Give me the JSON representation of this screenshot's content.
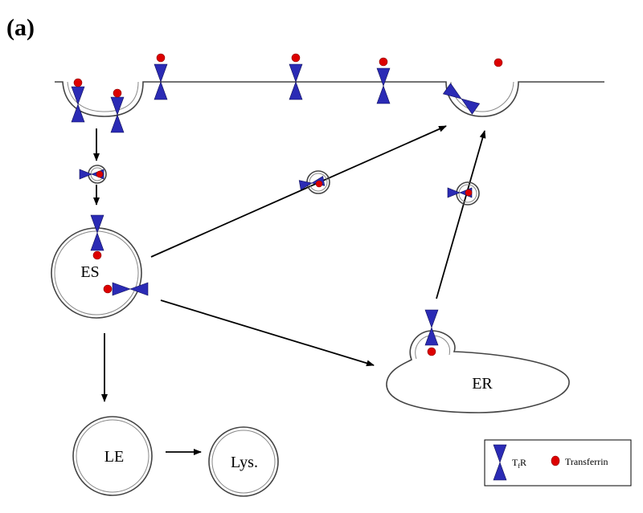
{
  "panel_label": "(a)",
  "organelles": {
    "early_sorting": "ES",
    "endocytic_recycling": "ER",
    "late_endosome": "LE",
    "lysosome": "Lys."
  },
  "legend": {
    "receptor_label": "T",
    "receptor_subscript": "f",
    "receptor_suffix": "R",
    "transferrin_label": "Transferrin"
  },
  "colors": {
    "receptor": "#2b2bb5",
    "transferrin": "#dd0000",
    "membrane": "#444444",
    "background": "#ffffff"
  }
}
